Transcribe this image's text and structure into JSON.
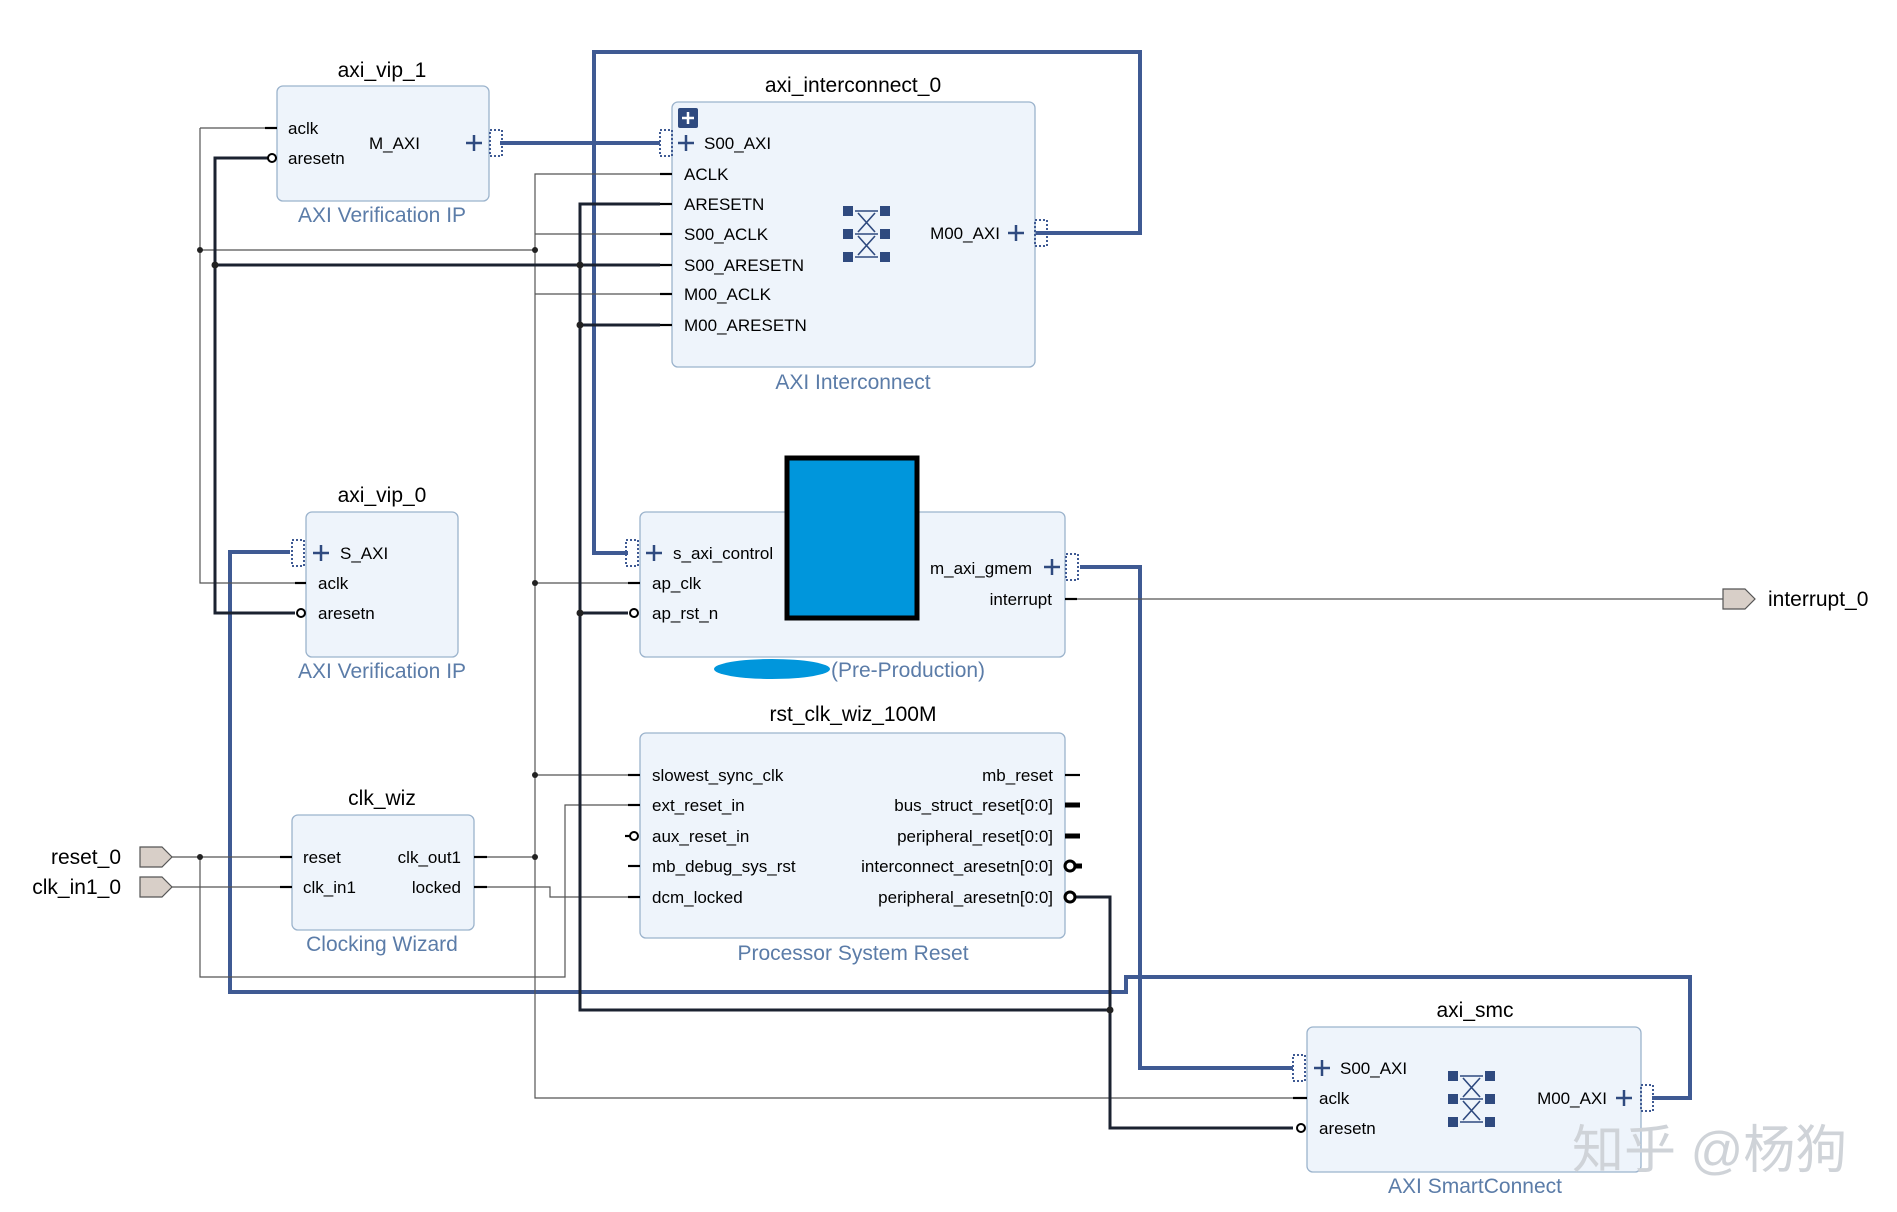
{
  "blocks": {
    "axi_vip_1": {
      "title": "axi_vip_1",
      "subtitle": "AXI Verification IP",
      "pins": {
        "aclk": "aclk",
        "aresetn": "aresetn",
        "m_axi": "M_AXI"
      }
    },
    "axi_interconnect_0": {
      "title": "axi_interconnect_0",
      "subtitle": "AXI Interconnect",
      "pins": {
        "s00_axi": "S00_AXI",
        "aclk": "ACLK",
        "aresetn": "ARESETN",
        "s00_aclk": "S00_ACLK",
        "s00_aresetn": "S00_ARESETN",
        "m00_aclk": "M00_ACLK",
        "m00_aresetn": "M00_ARESETN",
        "m00_axi": "M00_AXI"
      }
    },
    "axi_vip_0": {
      "title": "axi_vip_0",
      "subtitle": "AXI Verification IP",
      "pins": {
        "s_axi": "S_AXI",
        "aclk": "aclk",
        "aresetn": "aresetn"
      }
    },
    "hls_kernel": {
      "subtitle": "(Pre-Production)",
      "pins": {
        "s_axi_control": "s_axi_control",
        "ap_clk": "ap_clk",
        "ap_rst_n": "ap_rst_n",
        "m_axi_gmem": "m_axi_gmem",
        "interrupt": "interrupt"
      },
      "redaction_color": "#0096dc"
    },
    "clk_wiz": {
      "title": "clk_wiz",
      "subtitle": "Clocking Wizard",
      "pins": {
        "reset": "reset",
        "clk_in1": "clk_in1",
        "clk_out1": "clk_out1",
        "locked": "locked"
      }
    },
    "rst_clk_wiz_100M": {
      "title": "rst_clk_wiz_100M",
      "subtitle": "Processor System Reset",
      "pins": {
        "slowest_sync_clk": "slowest_sync_clk",
        "ext_reset_in": "ext_reset_in",
        "aux_reset_in": "aux_reset_in",
        "mb_debug_sys_rst": "mb_debug_sys_rst",
        "dcm_locked": "dcm_locked",
        "mb_reset": "mb_reset",
        "bus_struct_reset": "bus_struct_reset[0:0]",
        "peripheral_reset": "peripheral_reset[0:0]",
        "interconnect_aresetn": "interconnect_aresetn[0:0]",
        "peripheral_aresetn": "peripheral_aresetn[0:0]"
      }
    },
    "axi_smc": {
      "title": "axi_smc",
      "subtitle": "AXI SmartConnect",
      "pins": {
        "s00_axi": "S00_AXI",
        "aclk": "aclk",
        "aresetn": "aresetn",
        "m00_axi": "M00_AXI"
      }
    }
  },
  "external_ports": {
    "reset_0": "reset_0",
    "clk_in1_0": "clk_in1_0",
    "interrupt_0": "interrupt_0"
  },
  "watermark": "知乎 @杨狗",
  "icons": {
    "expand": "expand-plus-icon",
    "interface_pin": "bus-interface-icon",
    "crossbar": "crossbar-icon",
    "port": "port-arrow-icon"
  },
  "colors": {
    "block_fill": "#eef4fb",
    "block_border": "#9bb3cc",
    "bus_wire": "#3f5a93",
    "subtitle": "#5b7ca8",
    "redaction": "#0096dc"
  }
}
